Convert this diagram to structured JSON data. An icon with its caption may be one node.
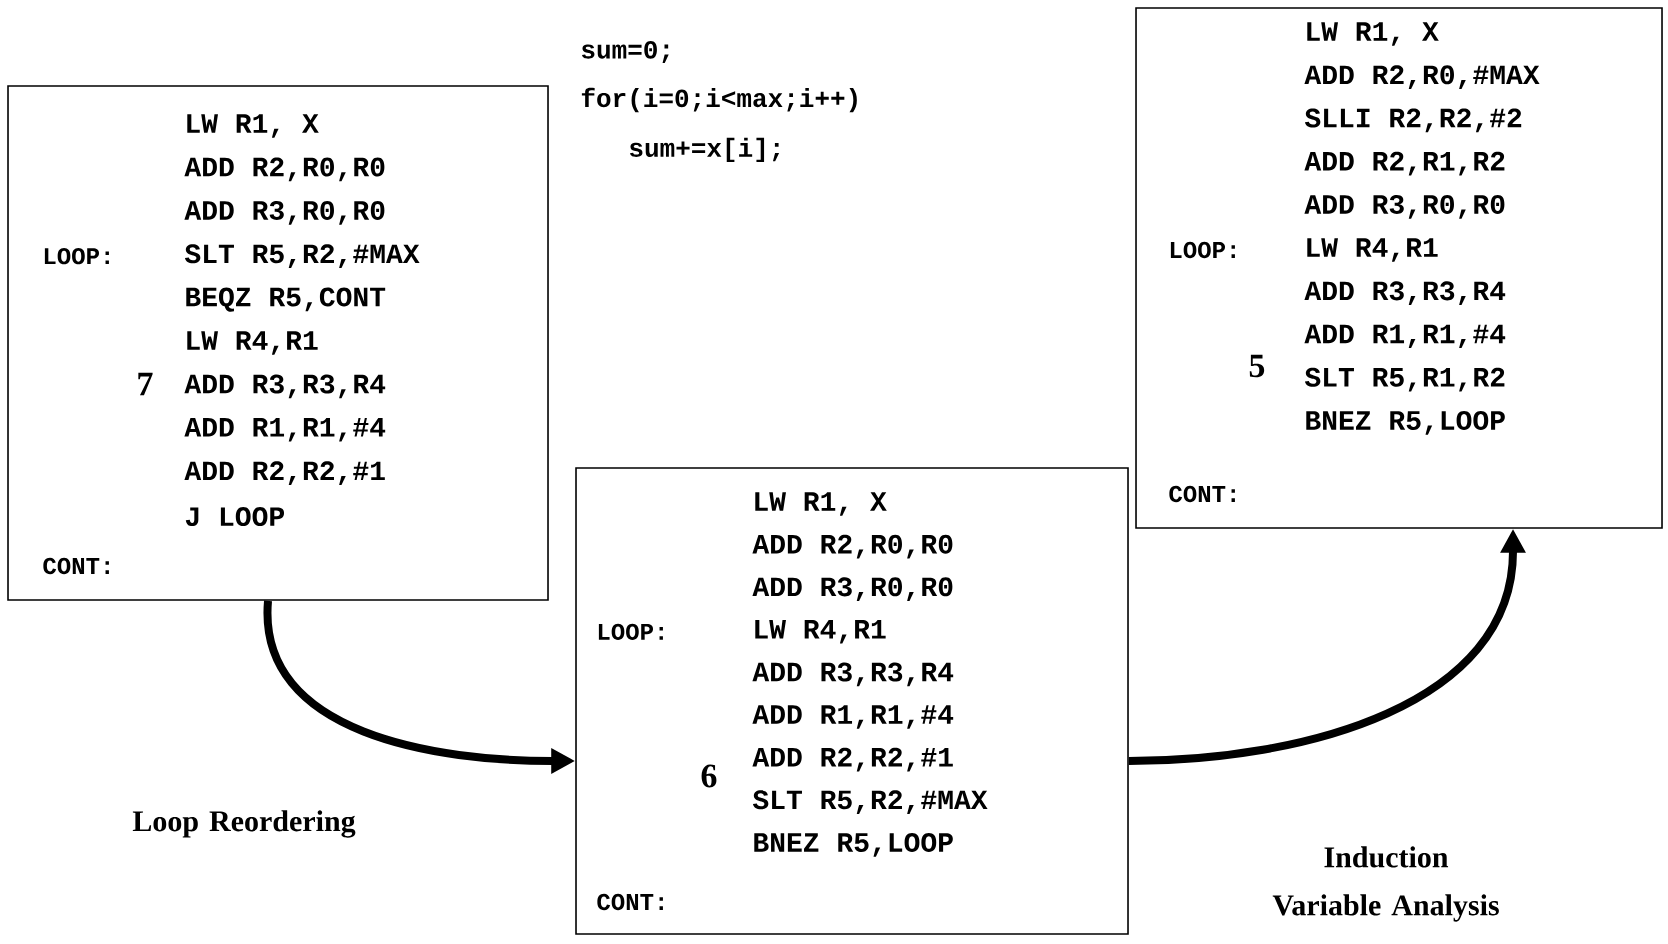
{
  "diagram": {
    "nodes": [
      {
        "text": [
          "LW  R1, X",
          "ADD R2,R0,R0",
          "ADD R3,R0,R0",
          "SLT R5,R2,#MAX",
          "BEQZ R5,CONT",
          "LW  R4,R1",
          "ADD R3,R3,R4",
          "ADD R1,R1,#4",
          "ADD R2,R2,#1",
          "J LOOP",
          "LOOP:",
          "CONT:",
          "7"
        ]
      },
      {
        "text": [
          "LW  R1, X",
          "ADD R2,R0,R0",
          "ADD R3,R0,R0",
          "LW  R4,R1",
          "ADD R3,R3,R4",
          "ADD R1,R1,#4",
          "ADD R2,R2,#1",
          "SLT R5,R2,#MAX",
          "BNEZ R5,LOOP",
          "LOOP:",
          "CONT:",
          "6"
        ]
      },
      {
        "text": [
          "LW  R1, X",
          "ADD R2,R0,#MAX",
          "SLLI R2,R2,#2",
          "ADD R2,R1,R2",
          "ADD R3,R0,R0",
          "LW  R4,R1",
          "ADD R3,R3,R4",
          "ADD R1,R1,#4",
          "SLT R5,R1,R2",
          "BNEZ R5,LOOP",
          "LOOP:",
          "CONT:",
          "5"
        ]
      }
    ],
    "edges": [
      {
        "from": 0,
        "to": 1,
        "arrow": "to",
        "label": "Loop Reordering"
      },
      {
        "from": 1,
        "to": 2,
        "arrow": "to",
        "label": "Induction Variable Analysis"
      }
    ],
    "labels": [
      "sum=0;",
      "for(i=0;i<max;i++)",
      "sum+=x[i];"
    ]
  }
}
